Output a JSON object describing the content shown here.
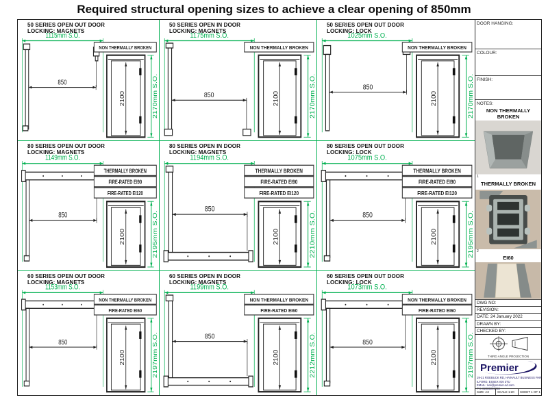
{
  "title": "Required structural opening sizes to achieve a clear opening of 850mm",
  "colors": {
    "dimension_green": "#00b050",
    "line_black": "#222222",
    "logo_navy": "#1b1464"
  },
  "cells": [
    {
      "series": "50 SERIES OPEN OUT DOOR",
      "locking": "LOCKING: MAGNETS",
      "so_width": "1115mm S.O.",
      "clear_opening": "850",
      "leaf_height": "2100",
      "so_height": "2170mm S.O.",
      "labels": [
        "NON THERMALLY BROKEN"
      ],
      "plan": "side-out"
    },
    {
      "series": "50 SERIES OPEN IN DOOR",
      "locking": "LOCKING: MAGNETS",
      "so_width": "1175mm S.O.",
      "clear_opening": "850",
      "leaf_height": "2100",
      "so_height": "2170mm S.O.",
      "labels": [
        "NON THERMALLY BROKEN"
      ],
      "plan": "side-in"
    },
    {
      "series": "50 SERIES OPEN OUT DOOR",
      "locking": "LOCKING: LOCK",
      "so_width": "1025mm S.O.",
      "clear_opening": "850",
      "leaf_height": "2100",
      "so_height": "2170mm S.O.",
      "labels": [
        "NON THERMALLY BROKEN"
      ],
      "plan": "side-lock"
    },
    {
      "series": "80 SERIES OPEN OUT DOOR",
      "locking": "LOCKING: MAGNETS",
      "so_width": "1149mm S.O.",
      "clear_opening": "850",
      "leaf_height": "2100",
      "so_height": "2195mm S.O.",
      "labels": [
        "THERMALLY BROKEN",
        "FIRE-RATED EI90",
        "FIRE-RATED EI120"
      ],
      "plan": "rail-top"
    },
    {
      "series": "80 SERIES OPEN IN DOOR",
      "locking": "LOCKING: MAGNETS",
      "so_width": "1194mm S.O.",
      "clear_opening": "850",
      "leaf_height": "2100",
      "so_height": "2210mm S.O.",
      "labels": [
        "THERMALLY BROKEN",
        "FIRE-RATED EI90",
        "FIRE-RATED EI120"
      ],
      "plan": "rail-bottom"
    },
    {
      "series": "80 SERIES OPEN OUT DOOR",
      "locking": "LOCKING: LOCK",
      "so_width": "1075mm S.O.",
      "clear_opening": "850",
      "leaf_height": "2100",
      "so_height": "2195mm S.O.",
      "labels": [
        "THERMALLY BROKEN",
        "FIRE-RATED EI90",
        "FIRE-RATED EI120"
      ],
      "plan": "rail-top"
    },
    {
      "series": "60 SERIES OPEN OUT DOOR",
      "locking": "LOCKING: MAGNETS",
      "so_width": "1153mm S.O.",
      "clear_opening": "850",
      "leaf_height": "2100",
      "so_height": "2197mm S.O.",
      "labels": [
        "NON THERMALLY BROKEN",
        "FIRE-RATED EI60"
      ],
      "plan": "rail-top"
    },
    {
      "series": "60 SERIES OPEN IN DOOR",
      "locking": "LOCKING: MAGNETS",
      "so_width": "1199mm S.O.",
      "clear_opening": "850",
      "leaf_height": "2100",
      "so_height": "2212mm S.O.",
      "labels": [
        "NON THERMALLY BROKEN",
        "FIRE-RATED EI60"
      ],
      "plan": "rail-bottom"
    },
    {
      "series": "60 SERIES OPEN OUT DOOR",
      "locking": "LOCKING: LOCK",
      "so_width": "1073mm S.O.",
      "clear_opening": "850",
      "leaf_height": "2100",
      "so_height": "2197mm S.O.",
      "labels": [
        "NON THERMALLY BROKEN",
        "FIRE-RATED EI60"
      ],
      "plan": "rail-top"
    }
  ],
  "sidebar": {
    "fields": [
      "DOOR HANGING:",
      "COLOUR:",
      "FINISH:",
      "NOTES:"
    ],
    "notes": [
      {
        "caption": "NON THERMALLY BROKEN",
        "footnote": "1"
      },
      {
        "caption": "THERMALLY BROKEN",
        "footnote": "2"
      },
      {
        "caption": "EI60",
        "footnote": ""
      }
    ]
  },
  "titleblock": {
    "rows": [
      "DWG NO:",
      "REVISION:",
      "DATE: 24 January 2022",
      "DRAWN BY:",
      "CHECKED BY:"
    ],
    "projection_caption": "THIRD ANGLE PROJECTION",
    "logo_text": "Premier",
    "address": [
      "19-21 ROEBUCK RD, HAINAULT BUSINESS PARK",
      "ILFORD, ESSEX IG6 3TU",
      "EMAIL: neil@premier-sd.com",
      "PH: 02085098293"
    ],
    "footer": [
      "SIZE: A3",
      "SCALE 1:20",
      "SHEET 1 OF 1"
    ]
  }
}
